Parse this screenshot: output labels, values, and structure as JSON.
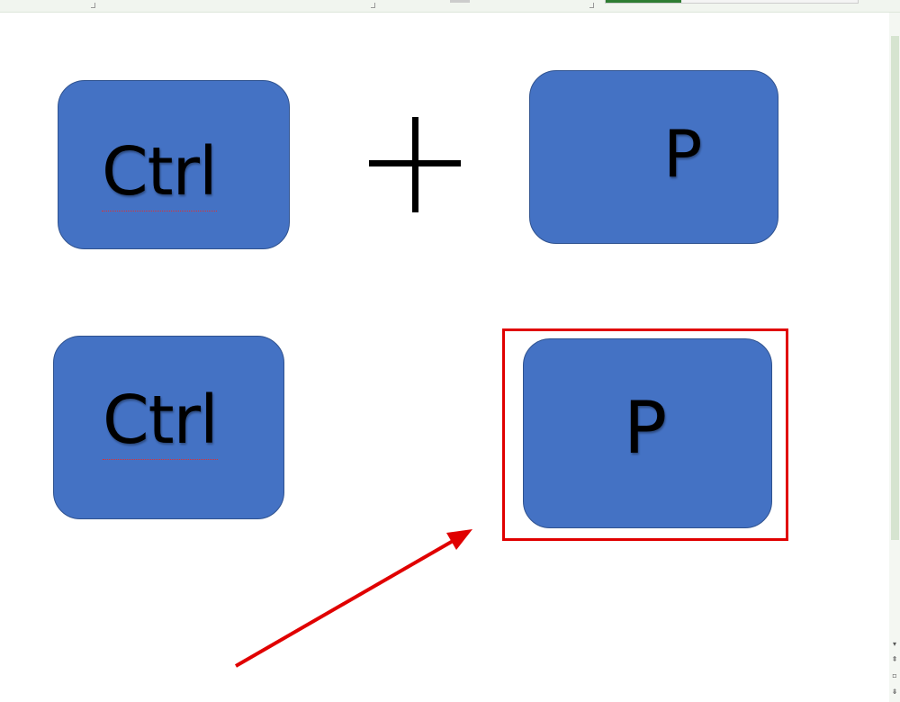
{
  "keys": {
    "row1_left": "Ctrl",
    "row1_operator": "+",
    "row1_right": "P",
    "row2_left": "Ctrl",
    "row2_right": "P"
  },
  "progress": {
    "value_percent": 30
  },
  "colors": {
    "key_fill": "#4472c4",
    "highlight": "#e00000",
    "arrow": "#e00000"
  },
  "scrollbar": {
    "buttons": [
      "scroll-down-icon",
      "page-up-icon",
      "select-browse-object-icon",
      "page-down-icon"
    ]
  }
}
